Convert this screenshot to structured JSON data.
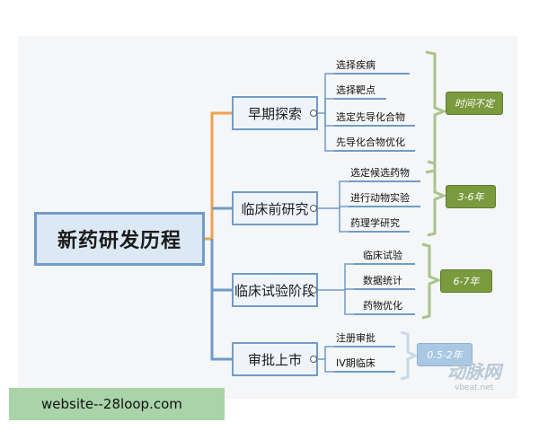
{
  "root": {
    "label": "新药研发历程"
  },
  "stages": [
    {
      "label": "早期探索",
      "items": [
        "选择疾病",
        "选择靶点",
        "选定先导化合物",
        "先导化合物优化"
      ],
      "duration": "时间不定"
    },
    {
      "label": "临床前研究",
      "items": [
        "选定候选药物",
        "进行动物实验",
        "药理学研究"
      ],
      "duration": "3-6年"
    },
    {
      "label": "临床试验阶段",
      "items": [
        "临床试验",
        "数据统计",
        "药物优化"
      ],
      "duration": "6-7年"
    },
    {
      "label": "审批上市",
      "items": [
        "注册审批",
        "IV期临床"
      ],
      "duration": "0.5-2年"
    }
  ],
  "watermark": {
    "text": "website--28loop.com"
  },
  "brand": {
    "logo": "动脉网",
    "url": "vbeat.net"
  },
  "colors": {
    "stage_border": "#6f9cc8",
    "badge_green": "#7a9a3e",
    "badge_pale": "#a9c8e4",
    "connector_orange": "#f0a050",
    "connector_blue": "#6f9cc8"
  }
}
